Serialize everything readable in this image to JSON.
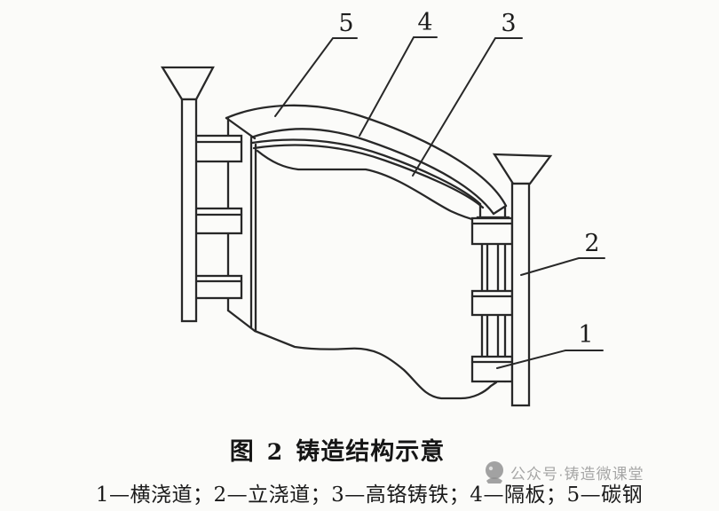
{
  "figure": {
    "caption": {
      "prefix": "图",
      "number": "2",
      "title": "铸造结构示意"
    },
    "legend": {
      "text": "1—横浇道；2—立浇道；3—高铬铸铁；4—隔板；5—碳钢",
      "items": [
        {
          "number": "1",
          "term": "横浇道"
        },
        {
          "number": "2",
          "term": "立浇道"
        },
        {
          "number": "3",
          "term": "高铬铸铁"
        },
        {
          "number": "4",
          "term": "隔板"
        },
        {
          "number": "5",
          "term": "碳钢"
        }
      ]
    },
    "callouts": [
      {
        "label": "5"
      },
      {
        "label": "4"
      },
      {
        "label": "3"
      },
      {
        "label": "2"
      },
      {
        "label": "1"
      }
    ]
  },
  "watermark": {
    "icon": "watermark-logo-icon",
    "text": "公众号·铸造微课堂"
  },
  "colors": {
    "line": "#282828",
    "background": "#fbfbf9",
    "watermark": "#9a9a9a"
  }
}
